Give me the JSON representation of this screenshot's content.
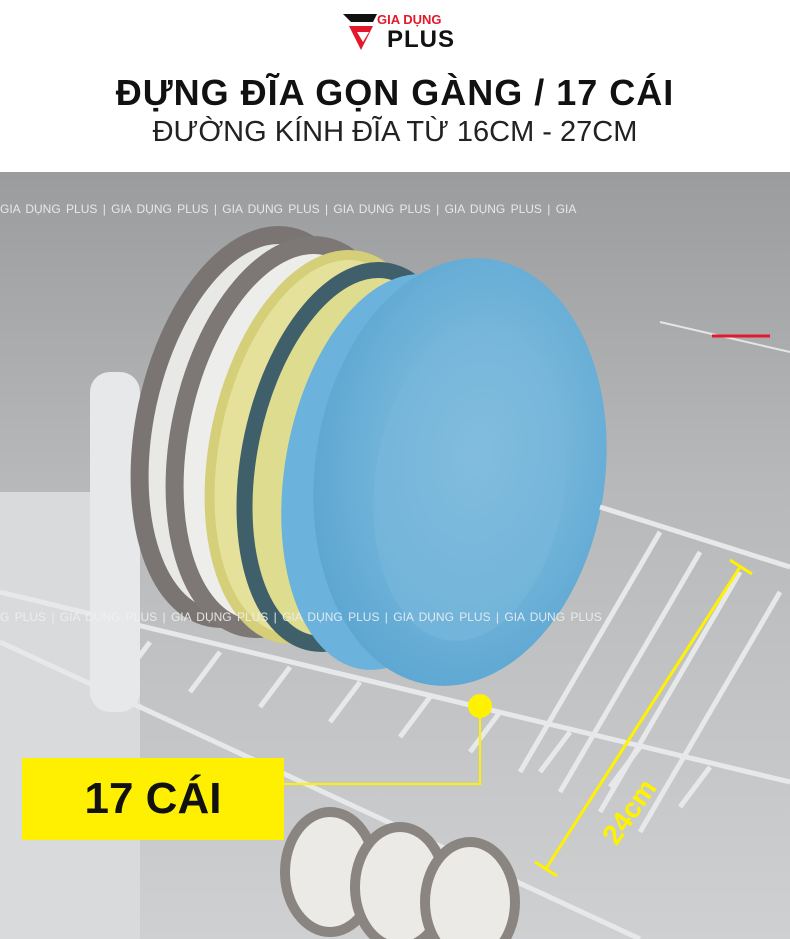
{
  "brand": {
    "logo_top": "GIA DỤNG",
    "logo_bottom": "PLUS",
    "accent_color": "#e3192b"
  },
  "header": {
    "title": "ĐỰNG ĐĨA GỌN GÀNG / 17 CÁI",
    "subtitle": "ĐƯỜNG KÍNH ĐĨA TỪ 16CM - 27CM"
  },
  "watermark": {
    "row1": "GIA DỤNG PLUS      |      GIA DỤNG PLUS      |      GIA DỤNG PLUS      |      GIA DỤNG PLUS      |      GIA DỤNG PLUS      |      GIA",
    "row2": "G PLUS      |      GIA DỤNG PLUS      |      GIA DỤNG PLUS      |      GIA DỤNG PLUS      |      GIA DỤNG PLUS      |      GIA DỤNG PLUS"
  },
  "annotations": {
    "dimension": "24cm",
    "capacity": "17 CÁI",
    "highlight_color": "#fff200"
  }
}
